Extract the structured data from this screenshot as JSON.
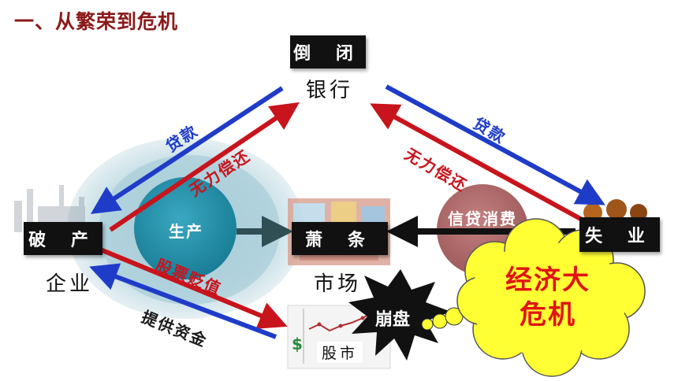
{
  "title": "一、从繁荣到危机",
  "bank": {
    "status": "倒 闭",
    "label": "银行"
  },
  "enterprise": {
    "status": "破 产",
    "label": "企业"
  },
  "market": {
    "status": "萧 条",
    "label": "市场"
  },
  "workers": {
    "status": "失 业"
  },
  "stock_market": {
    "label": "股市",
    "dollar": "$"
  },
  "circles": {
    "production": "生产",
    "credit_consumption": "信贷消费"
  },
  "arrows": {
    "loan_left": "贷款",
    "loan_right": "贷款",
    "unable_repay_left": "无力偿还",
    "unable_repay_right": "无力偿还",
    "stock_devalue": "股票贬值",
    "provide_funds": "提供资金"
  },
  "crash": "崩盘",
  "crisis": "经济大危机",
  "colors": {
    "red": "#c8141c",
    "blue": "#1f3cc8",
    "title": "#8b1a1a",
    "cloud": "#ffff33"
  }
}
